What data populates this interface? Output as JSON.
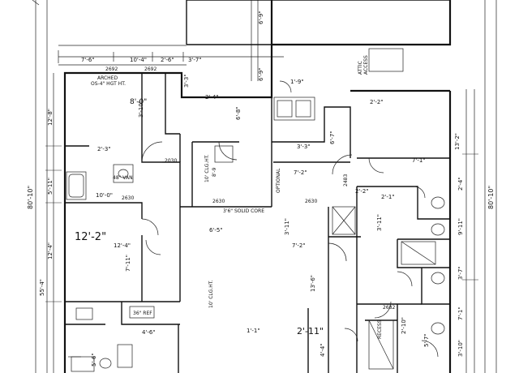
{
  "room_labels": {
    "arched_opening": "ARCHED",
    "arched_height": "OS-4\" HGT HT.",
    "ceiling_a": "10' CLG.HT.",
    "ceiling_a_val": "8'-9",
    "ceiling_b": "10' CLG.HT.",
    "optional": "OPTIONAL",
    "attic_access_a": "ATTIC",
    "attic_access_b": "ACCESS",
    "recess": "RECESS",
    "hardwood_door": "3'6\" SOLID CORE",
    "vanity": "48\" VAN",
    "fridge": "36\" REF"
  },
  "dims": {
    "top_left": "7'-6\"",
    "top_mid": "10'-4\"",
    "top_right": "2'-6\"",
    "top_far": "3'-7\"",
    "door_top": "2692",
    "door_top_b": "2692",
    "v_top": "6'-9\"",
    "v_top_b": "6'-9\"",
    "v_mid": "6'-8\"",
    "left_overall": "80'-10\"",
    "right_overall": "80'-10\"",
    "left_a": "12'-8\"",
    "left_b": "5'-11\"",
    "left_c": "12'-4\"",
    "left_d": "55'-4\"",
    "room_small_a": "8'-0\"",
    "room_small_b": "3'-10\"",
    "room_small_c": "2'-3\"",
    "room_big": "12'-2\"",
    "room_big_b": "12'-4\"",
    "room_big_c": "7'-11\"",
    "bath_a": "10'-0\"",
    "door_2030": "2030",
    "door_2630": "2630",
    "corr_a": "7'-2\"",
    "corr_b": "3'-11\"",
    "corr_c": "3'-3\"",
    "corr_d": "13'-6\"",
    "corr_e": "2'-11\"",
    "corr_f": "4'-4\"",
    "corr_g": "6'-7\"",
    "corr_h": "2'-2\"",
    "corr_i": "7'-2\"",
    "r_a": "13'-2\"",
    "r_b": "7'-1\"",
    "r_c": "2'-4\"",
    "r_d": "3'-11\"",
    "r_e": "9'-11\"",
    "r_f": "3'-7\"",
    "r_g": "3'-10\"",
    "r_h": "7'-1\"",
    "r_i": "2'-10\"",
    "r_j": "2'-1\"",
    "r_k": "2'-2\"",
    "mid_a": "6'-5\"",
    "mid_b": "1'-9\"",
    "mid_c": "2'-4\"",
    "mid_d": "3'-3\"",
    "bottom_a": "4'-6\"",
    "bottom_b": "5'-6\"",
    "bottom_c": "1'-1\"",
    "bottom_d": "5'-7\"",
    "door_2682": "2682",
    "door_2630b": "2630",
    "door_2483": "2483",
    "door_2630c": "2630"
  }
}
